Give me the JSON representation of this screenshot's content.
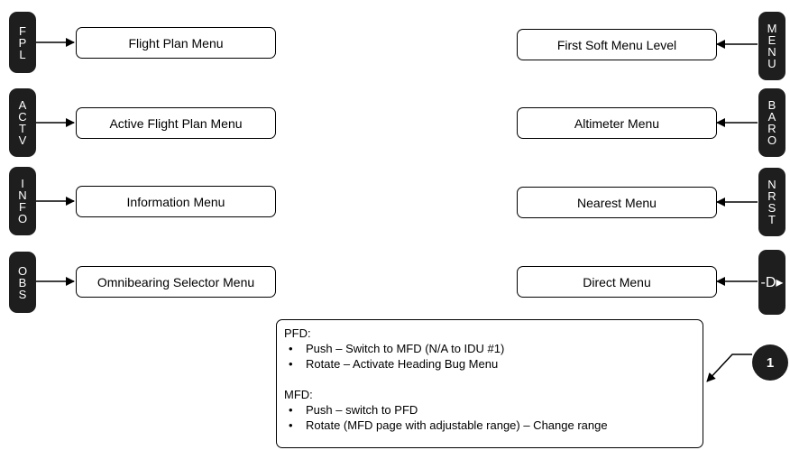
{
  "left_keys": [
    {
      "key": "FPL",
      "menu": "Flight Plan Menu"
    },
    {
      "key": "ACTV",
      "menu": "Active Flight Plan Menu"
    },
    {
      "key": "INFO",
      "menu": "Information Menu"
    },
    {
      "key": "OBS",
      "menu": "Omnibearing Selector Menu"
    }
  ],
  "right_keys": [
    {
      "key": "MENU",
      "menu": "First Soft Menu Level"
    },
    {
      "key": "BARO",
      "menu": "Altimeter Menu"
    },
    {
      "key": "NRST",
      "menu": "Nearest Menu"
    },
    {
      "key": "-D▸",
      "menu": "Direct Menu"
    }
  ],
  "knob_note": {
    "pfd_heading": "PFD:",
    "pfd_items": [
      "Push – Switch to MFD (N/A to IDU #1)",
      "Rotate – Activate Heading Bug Menu"
    ],
    "mfd_heading": "MFD:",
    "mfd_items": [
      "Push –  switch to PFD",
      "Rotate (MFD page with adjustable range) – Change range"
    ]
  },
  "callout_number": "1"
}
